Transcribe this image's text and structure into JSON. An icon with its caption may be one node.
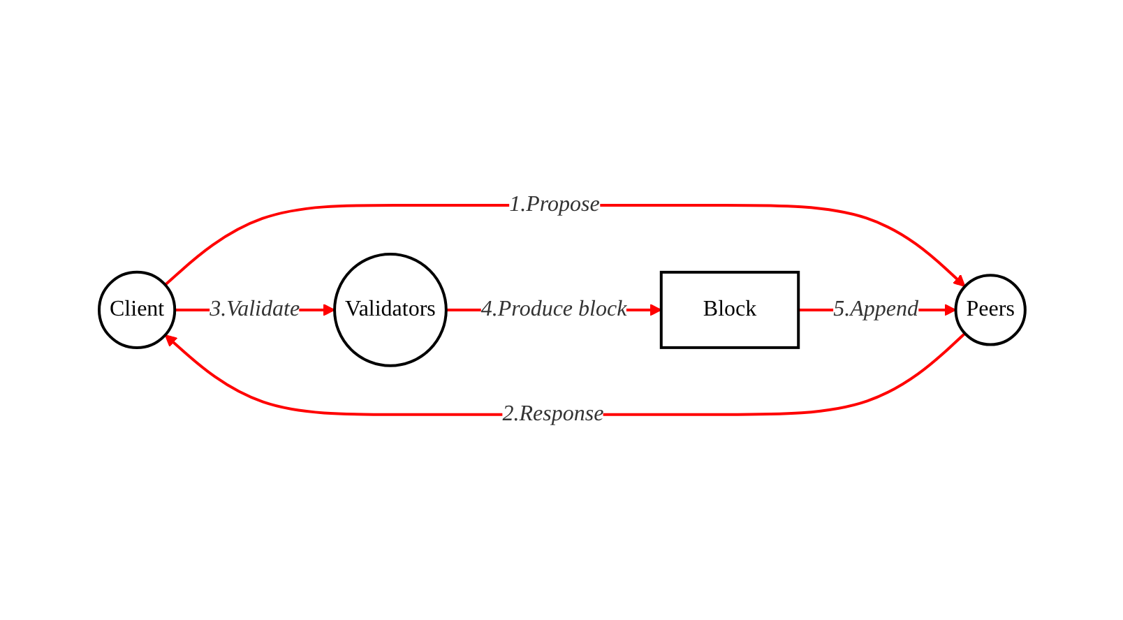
{
  "diagram": {
    "nodes": [
      {
        "text": [
          "Validators"
        ]
      },
      {
        "text": [
          "Block"
        ]
      },
      {
        "text": [
          "Client"
        ]
      },
      {
        "text": [
          "Peers"
        ]
      }
    ],
    "edges": [
      {
        "from": 2,
        "to": 3,
        "arrow": "to",
        "label": "1.Propose"
      },
      {
        "from": 3,
        "to": 2,
        "arrow": "to",
        "label": "2.Response"
      },
      {
        "from": 2,
        "to": 0,
        "arrow": "to",
        "label": "3.Validate"
      },
      {
        "from": 0,
        "to": 1,
        "arrow": "to",
        "label": "4.Produce block"
      },
      {
        "from": 1,
        "to": 3,
        "arrow": "to",
        "label": "5.Append"
      }
    ]
  }
}
